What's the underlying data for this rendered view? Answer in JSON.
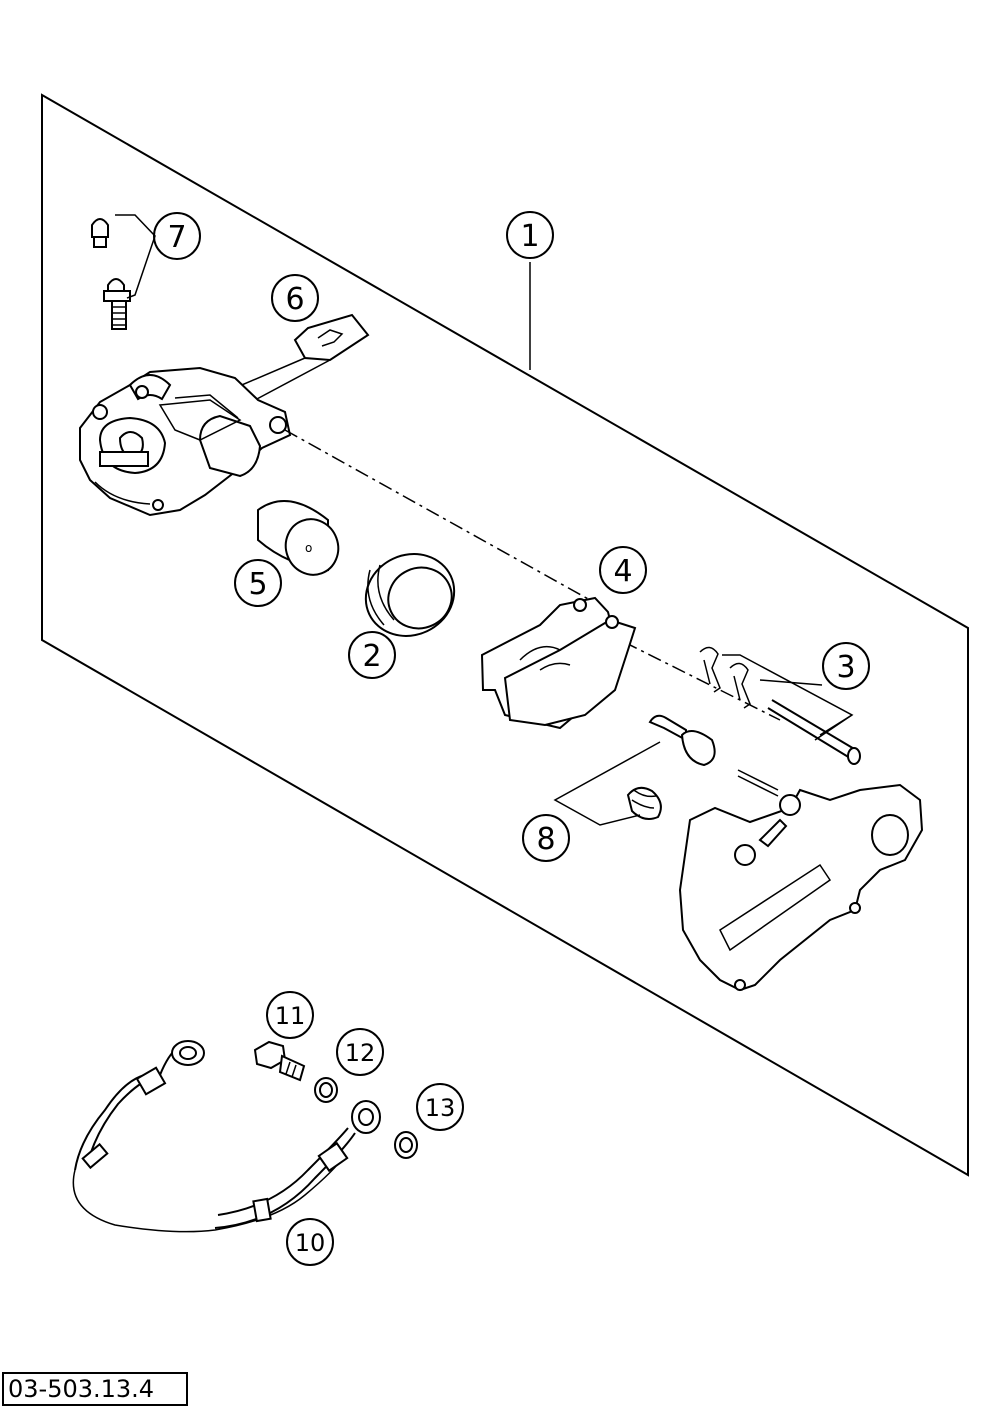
{
  "callouts": {
    "c1": "1",
    "c2": "2",
    "c3": "3",
    "c4": "4",
    "c5": "5",
    "c6": "6",
    "c7": "7",
    "c8": "8",
    "c10": "10",
    "c11": "11",
    "c12": "12",
    "c13": "13"
  },
  "document_code": "03-503.13.4"
}
